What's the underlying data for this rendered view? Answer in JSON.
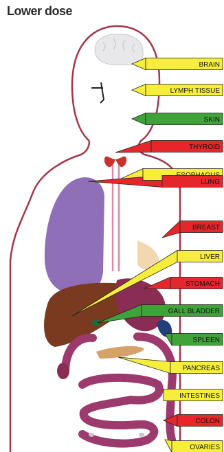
{
  "title": "Lower dose",
  "colors": {
    "yellow": "#f6ee3a",
    "green": "#3fa33a",
    "red": "#e6262a",
    "outline": "#a5364a",
    "lung": "#8f6fb8",
    "liver": "#7a3a20",
    "intestine": "#9c3a6e",
    "stomach": "#8a2d55"
  },
  "labels": [
    {
      "text": "BRAIN",
      "color": "yellow"
    },
    {
      "text": "LYMPH TISSUE",
      "color": "yellow"
    },
    {
      "text": "SKIN",
      "color": "green"
    },
    {
      "text": "THYROID",
      "color": "red"
    },
    {
      "text": "ESOPHAGUS",
      "color": "yellow"
    },
    {
      "text": "LUNG",
      "color": "red"
    },
    {
      "text": "BREAST",
      "color": "red"
    },
    {
      "text": "LIVER",
      "color": "yellow"
    },
    {
      "text": "STOMACH",
      "color": "red"
    },
    {
      "text": "GALL BLADDER",
      "color": "green"
    },
    {
      "text": "SPLEEN",
      "color": "green"
    },
    {
      "text": "PANCREAS",
      "color": "yellow"
    },
    {
      "text": "INTESTINES",
      "color": "yellow"
    },
    {
      "text": "COLON",
      "color": "red"
    },
    {
      "text": "OVARIES",
      "color": "yellow"
    }
  ]
}
